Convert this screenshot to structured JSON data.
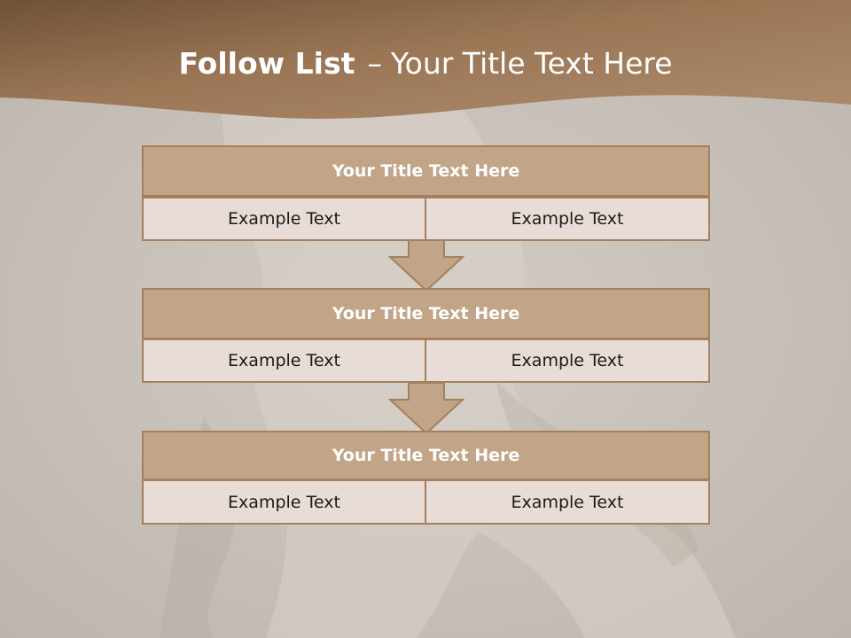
{
  "slide": {
    "title_bold": "Follow List",
    "title_dash": "–",
    "title_rest": "Your Title Text Here"
  },
  "colors": {
    "header_band": "#9a7655",
    "background": "#c9c2bb",
    "block_head": "#c2a488",
    "block_cell": "#e8ddd6",
    "block_border": "#a4805f"
  },
  "blocks": [
    {
      "title": "Your Title Text Here",
      "left_text": "Example Text",
      "right_text": "Example Text"
    },
    {
      "title": "Your Title Text Here",
      "left_text": "Example Text",
      "right_text": "Example Text"
    },
    {
      "title": "Your Title Text Here",
      "left_text": "Example Text",
      "right_text": "Example Text"
    }
  ],
  "icons": [
    "down-arrow-icon",
    "down-arrow-icon"
  ]
}
